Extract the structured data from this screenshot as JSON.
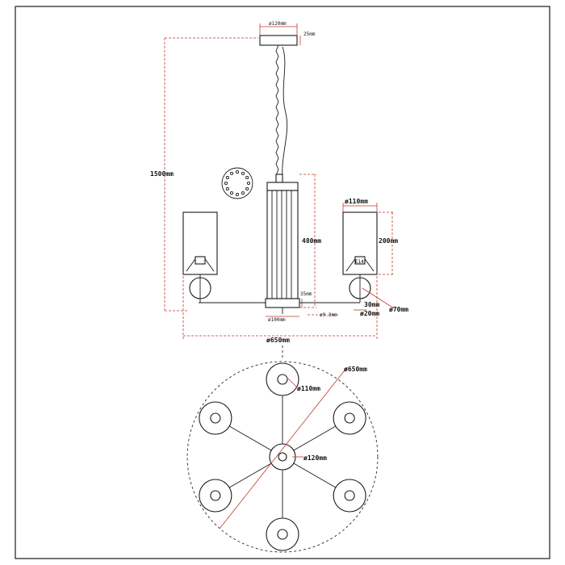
{
  "dimensions": {
    "canopy_diameter": "ø120mm",
    "canopy_height": "25mm",
    "overall_height": "1500mm",
    "body_height": "480mm",
    "shade_diameter": "ø110mm",
    "shade_height": "200mm",
    "ring_height": "35mm",
    "ball_gap": "30mm",
    "ball_diameter": "ø70mm",
    "hub_diameter": "ø100mm",
    "arm_diameter": "ø9.3mm",
    "socket_diameter": "ø20mm",
    "overall_width": "ø650mm",
    "plan_outer_diameter": "ø650mm",
    "plan_shade_diameter": "ø110mm",
    "plan_hub_diameter": "ø120mm"
  },
  "socket_marking": "E14",
  "colors": {
    "line": "#1a1a1a",
    "dimension": "#c0392b"
  }
}
